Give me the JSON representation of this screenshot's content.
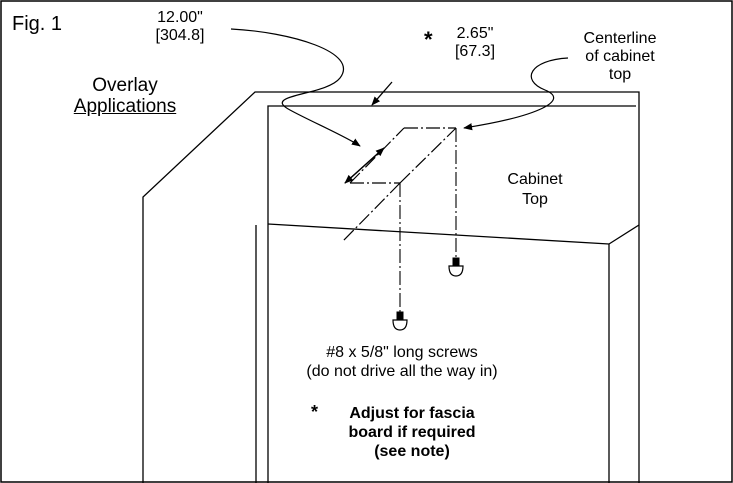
{
  "figure_label": "Fig. 1",
  "dim_length": {
    "inches": "12.00\"",
    "mm": "[304.8]"
  },
  "dim_width": {
    "asterisk": "*",
    "inches": "2.65\"",
    "mm": "[67.3]"
  },
  "centerline": {
    "line1": "Centerline",
    "line2": "of cabinet",
    "line3": "top"
  },
  "application": {
    "line1": "Overlay",
    "line2": "Applications"
  },
  "cabinet_top": {
    "line1": "Cabinet",
    "line2": "Top"
  },
  "screws": {
    "line1": "#8 x 5/8\" long screws",
    "line2": "(do not drive all the way in)"
  },
  "note": {
    "asterisk": "*",
    "line1": "Adjust for fascia",
    "line2": "board if required",
    "line3": "(see note)"
  },
  "colors": {
    "ink": "#000000",
    "background": "#ffffff"
  }
}
